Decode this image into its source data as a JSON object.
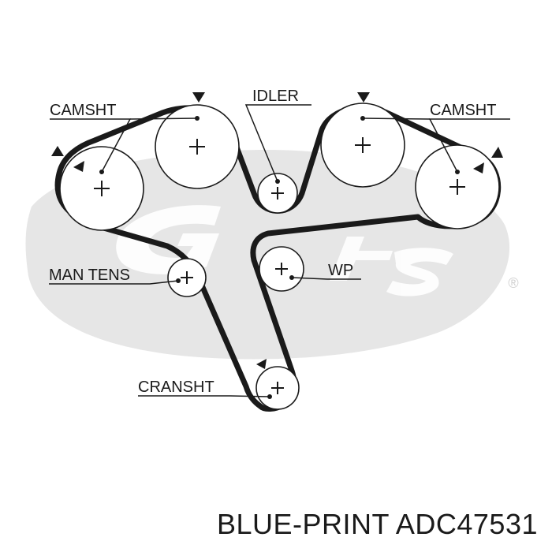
{
  "diagram": {
    "labels": {
      "camshaft_left": "CAMSHT",
      "idler": "IDLER",
      "camshaft_right": "CAMSHT",
      "man_tens": "MAN TENS",
      "water_pump": "WP",
      "crankshaft": "CRANSHT"
    },
    "watermark_mark": "®",
    "colors": {
      "belt": "#1a1a1a",
      "watermark": "#e6e6e6",
      "text": "#1a1a1a"
    }
  },
  "caption": {
    "brand": "BLUE-PRINT",
    "part_number": "ADC47531"
  }
}
